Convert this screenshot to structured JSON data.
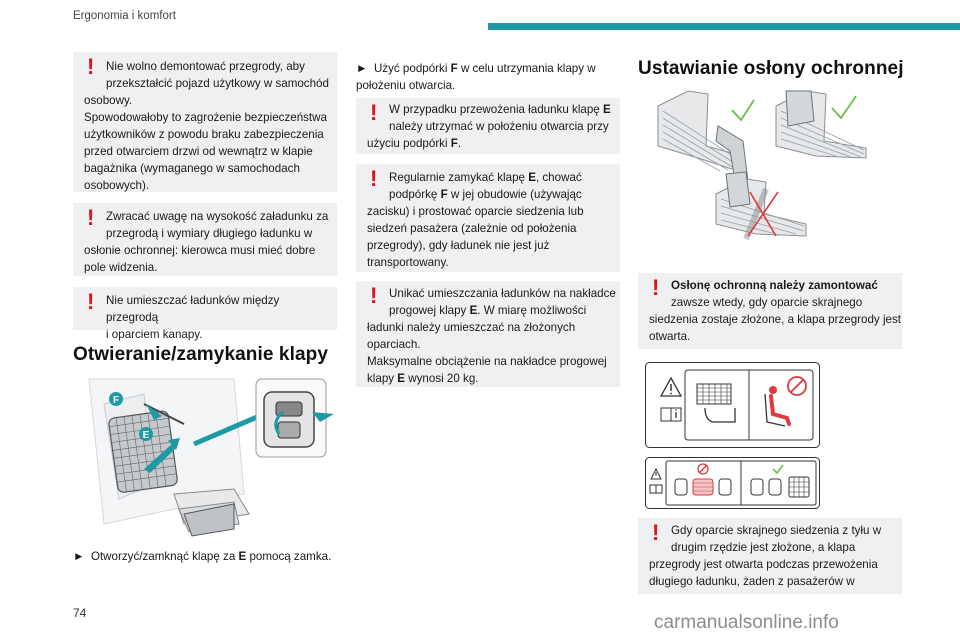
{
  "header": {
    "section": "Ergonomia i komfort"
  },
  "page_number": "74",
  "watermark": "carmanualsonline.info",
  "col1": {
    "warning1": [
      "Nie wolno demontować przegrody, aby",
      "przekształcić pojazd użytkowy w samochód",
      "osobowy.",
      "Spowodowałoby to zagrożenie bezpieczeństwa",
      "użytkowników z powodu braku zabezpieczenia",
      "przed otwarciem drzwi od wewnątrz w klapie",
      "bagażnika (wymaganego w samochodach",
      "osobowych)."
    ],
    "warning2": [
      "Zwracać uwagę na wysokość załadunku za",
      "przegrodą i wymiary długiego ładunku w",
      "osłonie ochronnej: kierowca musi mieć dobre",
      "pole widzenia."
    ],
    "warning3": [
      "Nie umieszczać ładunków między przegrodą",
      "i oparciem kanapy."
    ],
    "heading": "Otwieranie/zamykanie klapy",
    "figure_labels": {
      "f": "F",
      "e": "E"
    },
    "step": {
      "arrow": "►",
      "before": "Otworzyć/zamknąć klapę za ",
      "bold": "E",
      "after": " pomocą zamka."
    }
  },
  "col2": {
    "step": {
      "arrow": "►",
      "l1_before": "Użyć podpórki ",
      "l1_bold": "F",
      "l1_after": " w celu utrzymania klapy w",
      "l2": "położeniu otwarcia."
    },
    "warning1": {
      "l1_before": "W przypadku przewożenia ładunku klapę ",
      "l1_bold": "E",
      "l2": "należy utrzymać w położeniu otwarcia przy",
      "l3_before": "użyciu podpórki ",
      "l3_bold": "F",
      "l3_after": "."
    },
    "warning2": {
      "l1_before": "Regularnie zamykać klapę ",
      "l1_bold": "E",
      "l1_after": ", chować",
      "l2_before": "podpórkę ",
      "l2_bold": "F",
      "l2_after": " w jej obudowie (używając",
      "l3": "zacisku) i prostować oparcie siedzenia lub",
      "l4": "siedzeń pasażera (zależnie od położenia",
      "l5": "przegrody), gdy ładunek nie jest już",
      "l6": "transportowany."
    },
    "warning3": {
      "l1": "Unikać umieszczania ładunków na nakładce",
      "l2_before": "progowej klapy ",
      "l2_bold": "E",
      "l2_after": ". W miarę możliwości",
      "l3": "ładunki należy umieszczać na złożonych",
      "l4": "oparciach.",
      "l5": "Maksymalne obciążenie na nakładce progowej",
      "l6_before": "klapy ",
      "l6_bold": "E",
      "l6_after": " wynosi 20 kg."
    }
  },
  "col3": {
    "heading": "Ustawianie osłony ochronnej",
    "warning1": {
      "l1_bold": "Osłonę ochronną należy zamontować",
      "l2": "zawsze wtedy, gdy oparcie skrajnego",
      "l3": "siedzenia zostaje złożone, a klapa przegrody jest",
      "l4": "otwarta."
    },
    "warning2": [
      "Gdy oparcie skrajnego siedzenia z tyłu w",
      "drugim rzędzie jest złożone, a klapa",
      "przegrody jest otwarta podczas przewożenia",
      "długiego ładunku, żaden z pasażerów w"
    ]
  },
  "colors": {
    "accent": "#1f9aa5",
    "warning_red": "#e1121a",
    "box_bg": "#eff0f1",
    "check_green": "#6cc04a",
    "cross_red": "#e0393e"
  }
}
